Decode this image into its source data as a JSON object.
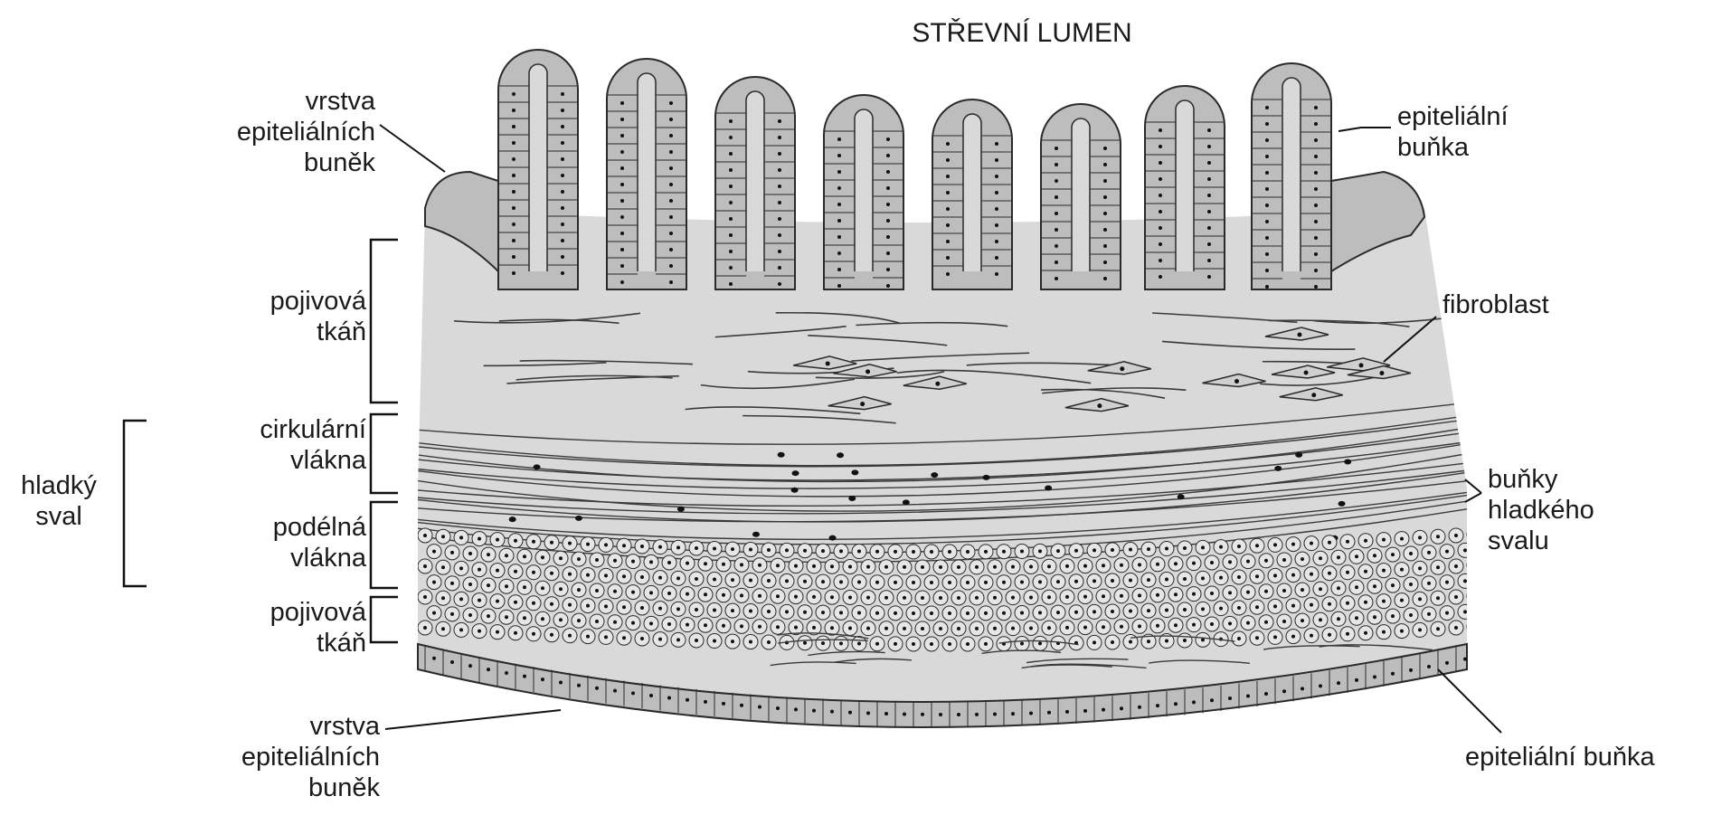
{
  "title": "STŘEVNÍ LUMEN",
  "labels": {
    "epithelial_layer_top": "vrstva\nepiteliálních\nbuněk",
    "connective_tissue_top": "pojivová\ntkáň",
    "circular_fibers": "cirkulární\nvlákna",
    "smooth_muscle": "hladký\nsval",
    "longitudinal_fibers": "podélná\nvlákna",
    "connective_tissue_bottom": "pojivová\ntkáň",
    "epithelial_layer_bottom": "vrstva\nepiteliálních\nbuněk",
    "epithelial_cell_top": "epiteliální\nbuňka",
    "fibroblast": "fibroblast",
    "smooth_muscle_cells": "buňky\nhladkého\nsvalu",
    "epithelial_cell_bottom": "epiteliální buňka"
  },
  "colors": {
    "tissue_fill": "#d9d9d9",
    "epithelium_fill": "#bdbdbd",
    "line": "#2a2a2a",
    "nucleus": "#111111"
  }
}
